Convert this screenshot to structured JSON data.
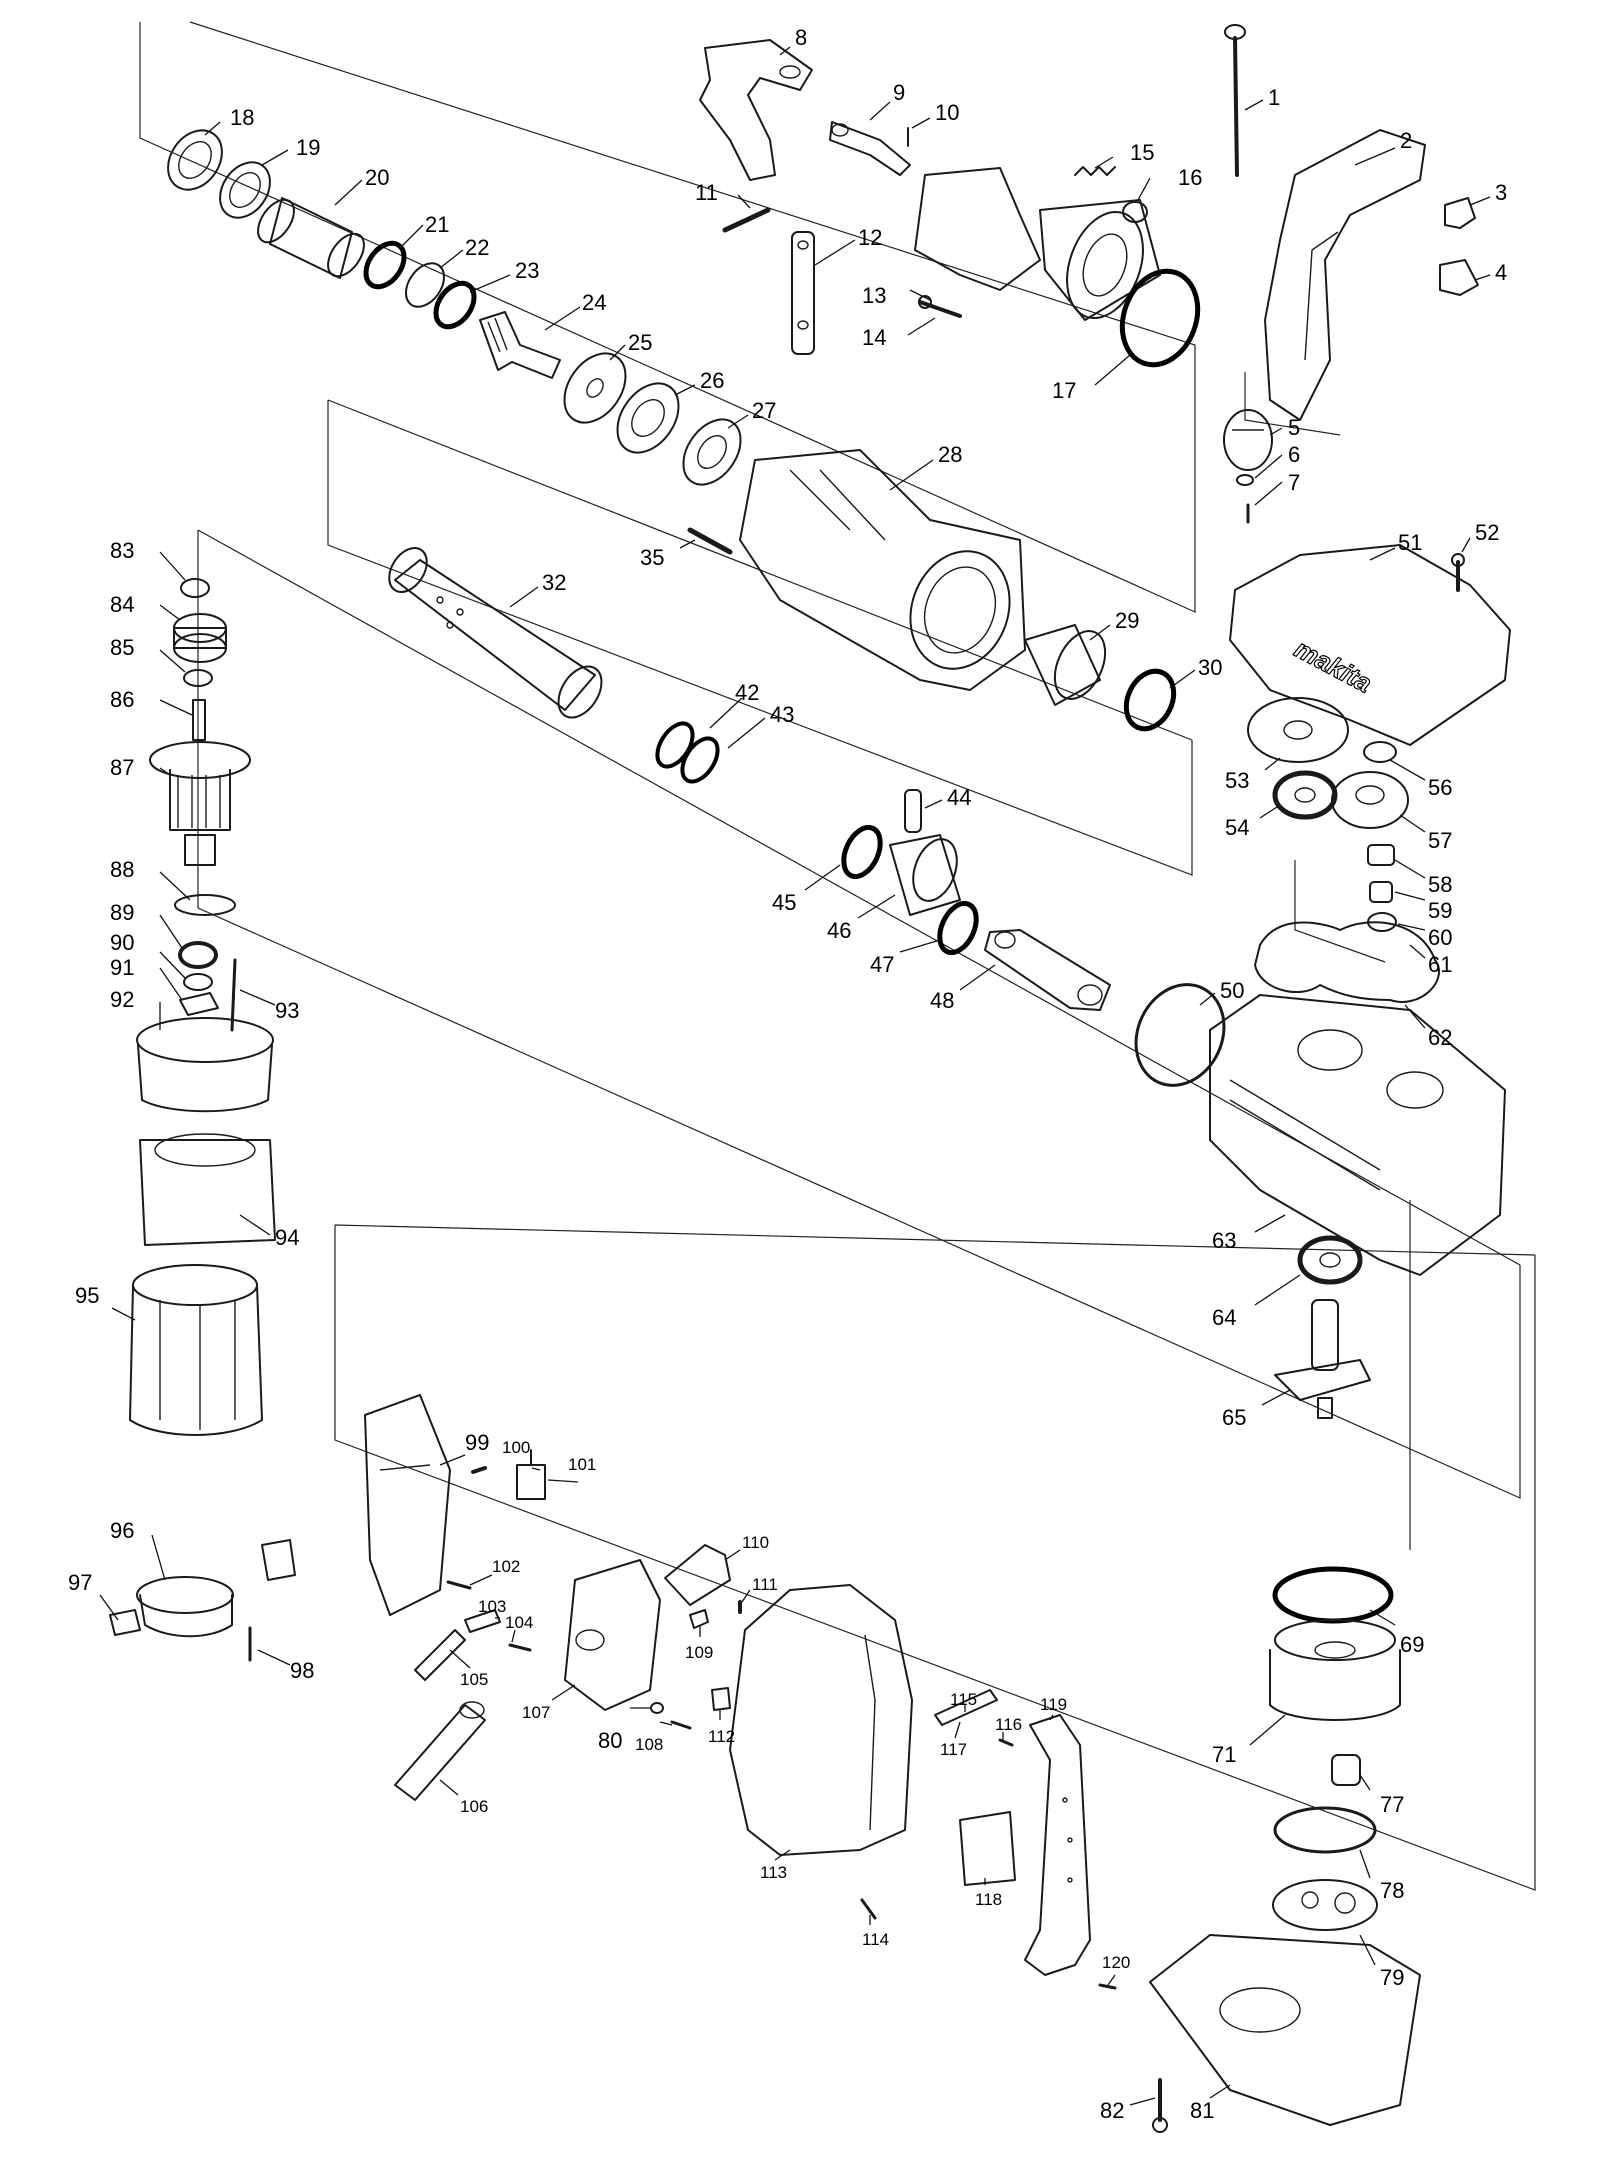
{
  "diagram": {
    "labels": {
      "l1": "1",
      "l2": "2",
      "l3": "3",
      "l4": "4",
      "l5": "5",
      "l6": "6",
      "l7": "7",
      "l8": "8",
      "l9": "9",
      "l10": "10",
      "l11": "11",
      "l12": "12",
      "l13": "13",
      "l14": "14",
      "l15": "15",
      "l16": "16",
      "l17": "17",
      "l18": "18",
      "l19": "19",
      "l20": "20",
      "l21": "21",
      "l22": "22",
      "l23": "23",
      "l24": "24",
      "l25": "25",
      "l26": "26",
      "l27": "27",
      "l28": "28",
      "l29": "29",
      "l30": "30",
      "l32": "32",
      "l35": "35",
      "l42": "42",
      "l43": "43",
      "l44": "44",
      "l45": "45",
      "l46": "46",
      "l47": "47",
      "l48": "48",
      "l50": "50",
      "l51": "51",
      "l52": "52",
      "l53": "53",
      "l54": "54",
      "l56": "56",
      "l57": "57",
      "l58": "58",
      "l59": "59",
      "l60": "60",
      "l61": "61",
      "l62": "62",
      "l63": "63",
      "l64": "64",
      "l65": "65",
      "l69": "69",
      "l71": "71",
      "l77": "77",
      "l78": "78",
      "l79": "79",
      "l80": "80",
      "l81": "81",
      "l82": "82",
      "l83": "83",
      "l84": "84",
      "l85": "85",
      "l86": "86",
      "l87": "87",
      "l88": "88",
      "l89": "89",
      "l90": "90",
      "l91": "91",
      "l92": "92",
      "l93": "93",
      "l94": "94",
      "l95": "95",
      "l96": "96",
      "l97": "97",
      "l98": "98",
      "l99": "99",
      "l100": "100",
      "l101": "101",
      "l102": "102",
      "l103": "103",
      "l104": "104",
      "l105": "105",
      "l106": "106",
      "l107": "107",
      "l108": "108",
      "l109": "109",
      "l110": "110",
      "l111": "111",
      "l112": "112",
      "l113": "113",
      "l114": "114",
      "l115": "115",
      "l116": "116",
      "l117": "117",
      "l118": "118",
      "l119": "119",
      "l120": "120"
    },
    "cover_logo": "makita"
  }
}
